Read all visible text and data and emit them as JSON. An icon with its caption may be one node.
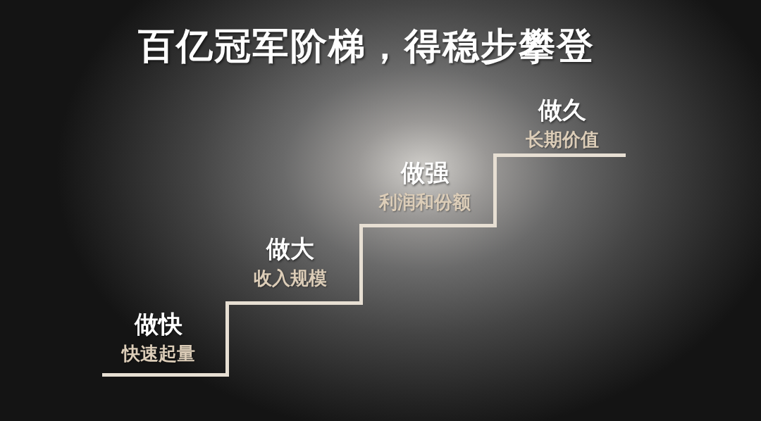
{
  "diagram": {
    "title": "百亿冠军阶梯，得稳步攀登",
    "nodes": [
      {
        "text": [
          "做快",
          "快速起量"
        ]
      },
      {
        "text": [
          "做大",
          "收入规模"
        ]
      },
      {
        "text": [
          "做强",
          "利润和份额"
        ]
      },
      {
        "text": [
          "做久",
          "长期价值"
        ]
      }
    ],
    "edges": [
      {
        "from": 0,
        "to": 1,
        "arrow": "none"
      },
      {
        "from": 1,
        "to": 2,
        "arrow": "none"
      },
      {
        "from": 2,
        "to": 3,
        "arrow": "none"
      }
    ]
  }
}
